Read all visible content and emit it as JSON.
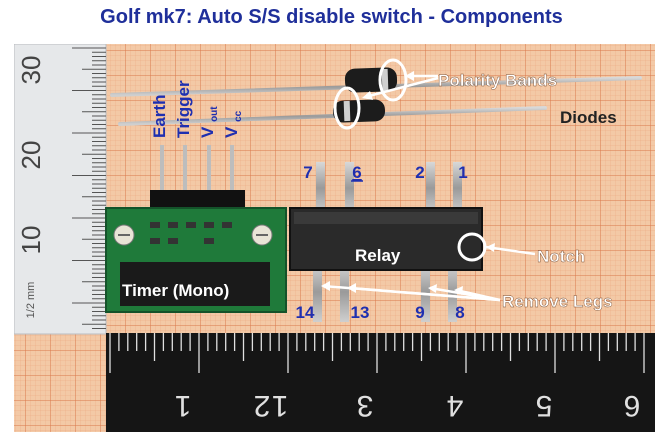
{
  "title": "Golf mk7: Auto S/S disable switch - Components",
  "colors": {
    "title": "#1f2f9a",
    "pin_numbers": "#1f2fb0",
    "callout_text": "#ffffff",
    "ruler_dark": "#151515",
    "ruler_light": "#e6e8ea",
    "graph_paper": "#f3c9a6",
    "pcb": "#1f7a3a",
    "relay": "#2a2a2a"
  },
  "vertical_ruler": {
    "numbers": [
      "30",
      "20",
      "10"
    ],
    "unit_label": "1/2 mm"
  },
  "bottom_ruler": {
    "numbers": [
      "1",
      "2",
      "1",
      "3",
      "4",
      "5",
      "6"
    ]
  },
  "pin_labels": {
    "earth": "Earth",
    "trigger": "Trigger",
    "vout_main": "V",
    "vout_sub": "out",
    "vcc_main": "V",
    "vcc_sub": "cc"
  },
  "relay_pins_top": [
    "7",
    "6",
    "2",
    "1"
  ],
  "relay_pins_bottom": [
    "14",
    "13",
    "9",
    "8"
  ],
  "callouts": {
    "polarity": "Polarity Bands",
    "diodes": "Diodes",
    "notch": "Notch",
    "remove_legs": "Remove Legs",
    "relay": "Relay",
    "timer": "Timer (Mono)"
  }
}
